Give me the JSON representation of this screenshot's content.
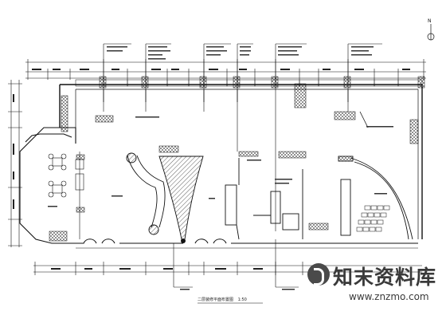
{
  "drawing": {
    "caption_title": "二层装修平面布置图",
    "caption_scale": "1:50",
    "north_label": "N"
  },
  "watermark": {
    "cn": "知末资料库",
    "en": "www.znzmo.com"
  },
  "colors": {
    "line": "#111111",
    "hatch": "#333333",
    "watermark": "#3a3a3a"
  }
}
